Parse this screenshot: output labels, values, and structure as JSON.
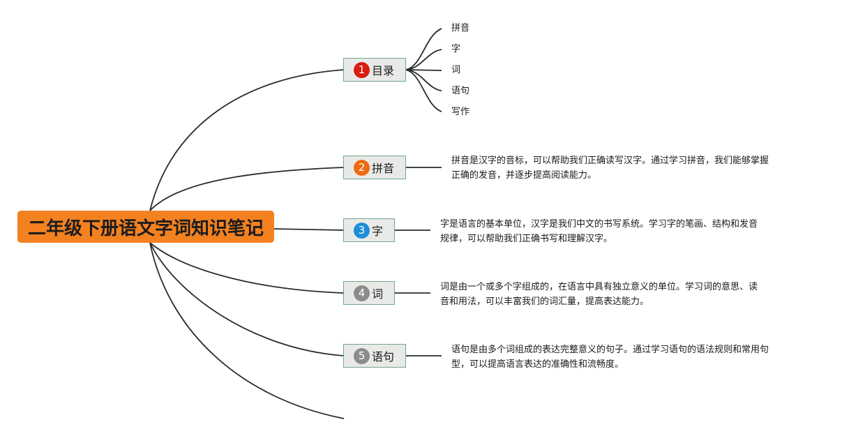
{
  "root": {
    "title": "二年级下册语文字词知识笔记",
    "color": "#f4811f"
  },
  "topics": [
    {
      "number": "1",
      "label": "目录",
      "badge_color": "#d71e10"
    },
    {
      "number": "2",
      "label": "拼音",
      "badge_color": "#ee6a12"
    },
    {
      "number": "3",
      "label": "字",
      "badge_color": "#1c8fd8"
    },
    {
      "number": "4",
      "label": "词",
      "badge_color": "#8c8c8c"
    },
    {
      "number": "5",
      "label": "语句",
      "badge_color": "#8c8c8c"
    }
  ],
  "toc_items": [
    "拼音",
    "字",
    "词",
    "语句",
    "写作"
  ],
  "descriptions": {
    "pinyin": {
      "line1": "拼音是汉字的音标，可以帮助我们正确读写汉字。通过学习拼音，我们能够掌握",
      "line2": "正确的发音，并逐步提高阅读能力。"
    },
    "zi": {
      "line1": "字是语言的基本单位，汉字是我们中文的书写系统。学习字的笔画、结构和发音",
      "line2": "规律，可以帮助我们正确书写和理解汉字。"
    },
    "ci": {
      "line1": "词是由一个或多个字组成的，在语言中具有独立意义的单位。学习词的意思、读",
      "line2": "音和用法，可以丰富我们的词汇量，提高表达能力。"
    },
    "juzi": {
      "line1": "语句是由多个词组成的表达完整意义的句子。通过学习语句的语法规则和常用句",
      "line2": "型，可以提高语言表达的准确性和流畅度。"
    }
  },
  "colors": {
    "topic_bg": "#e9e9e8",
    "topic_border": "#6fa88a",
    "line": "#2a2a2a"
  }
}
